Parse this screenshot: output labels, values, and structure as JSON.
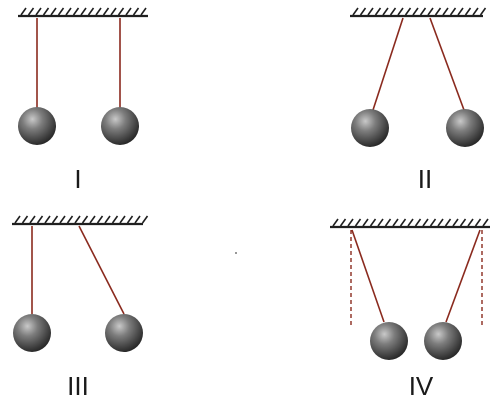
{
  "panels": [
    {
      "id": "I",
      "label": "I",
      "guides": false
    },
    {
      "id": "II",
      "label": "II",
      "guides": false
    },
    {
      "id": "III",
      "label": "III",
      "guides": false
    },
    {
      "id": "IV",
      "label": "IV",
      "guides": true
    }
  ]
}
